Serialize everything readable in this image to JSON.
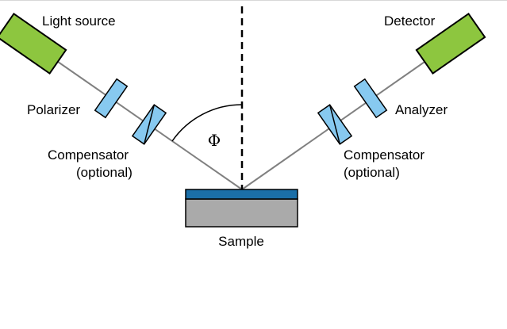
{
  "labels": {
    "light_source": "Light source",
    "polarizer": "Polarizer",
    "compensator_left": "Compensator",
    "compensator_left_note": "(optional)",
    "detector": "Detector",
    "analyzer": "Analyzer",
    "compensator_right": "Compensator",
    "compensator_right_note": "(optional)",
    "sample": "Sample",
    "angle_symbol": "Φ"
  },
  "colors": {
    "source_detector_fill": "#8dc63f",
    "optic_fill": "#87c9f0",
    "sample_top_fill": "#1b6fa8",
    "sample_body_fill": "#aaaaaa",
    "beam_stroke": "#808080",
    "outline": "#000000"
  }
}
